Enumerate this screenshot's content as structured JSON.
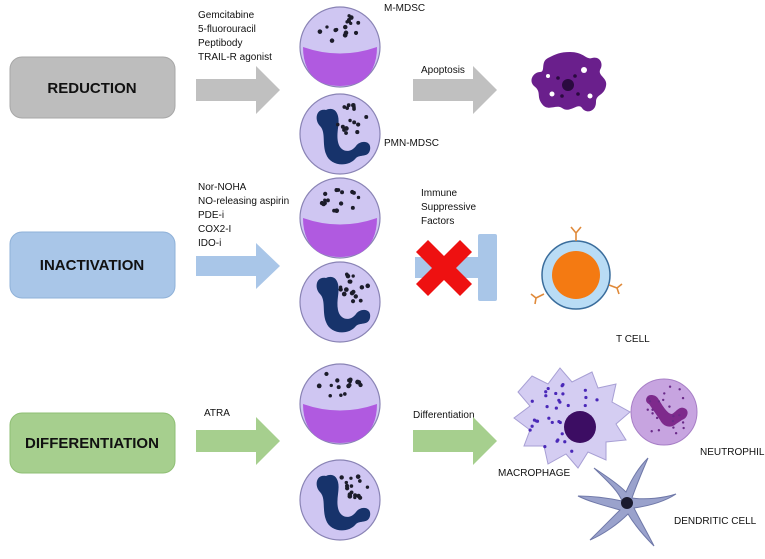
{
  "rows": [
    {
      "label": "REDUCTION",
      "fill": "#bdbdbd",
      "stroke": "#a7a7a7",
      "drugs": [
        "Gemcitabine",
        "5-fluorouracil",
        "Peptibody",
        "TRAIL-R agonist"
      ],
      "arrow_color": "#c0c0c0",
      "effect": "Apoptosis"
    },
    {
      "label": "INACTIVATION",
      "fill": "#a9c6e8",
      "stroke": "#8fb1d8",
      "drugs": [
        "Nor-NOHA",
        "NO-releasing aspirin",
        "PDE-i",
        "COX2-I",
        "IDO-i"
      ],
      "arrow_color": "#a9c6e8",
      "effect_lines": [
        "Immune",
        "Suppressive",
        "Factors"
      ]
    },
    {
      "label": "DIFFERENTIATION",
      "fill": "#a6cf8e",
      "stroke": "#8fbf74",
      "drugs": [
        "ATRA"
      ],
      "arrow_color": "#a6cf8e",
      "effect": "Differentiation"
    }
  ],
  "cell_labels": {
    "m_mdsc": "M-MDSC",
    "pmn_mdsc": "PMN-MDSC",
    "t_cell": "T CELL",
    "macrophage": "MACROPHAGE",
    "neutrophil": "NEUTROPHIL",
    "dendritic": "DENDRITIC CELL"
  },
  "colors": {
    "cell_fill": "#cfc6f2",
    "cell_stroke": "#8a84b5",
    "m_nucleus": "#b05ae0",
    "pmn_nucleus": "#17336b",
    "granule": "#1c1c2a",
    "apoptotic": "#6a1f8c",
    "block_x": "#ee1111",
    "tcell_outer": "#b9dcf5",
    "tcell_inner": "#f47a12",
    "macrophage_body": "#d4cdf2",
    "macrophage_nucleus": "#3c0d63",
    "macrophage_dots": "#4a28b8",
    "neutrophil_body": "#c7a4e0",
    "neutrophil_nucleus": "#7e2a8c",
    "dendritic_body": "#9aa2cc",
    "dendritic_core": "#1a1a2e"
  }
}
